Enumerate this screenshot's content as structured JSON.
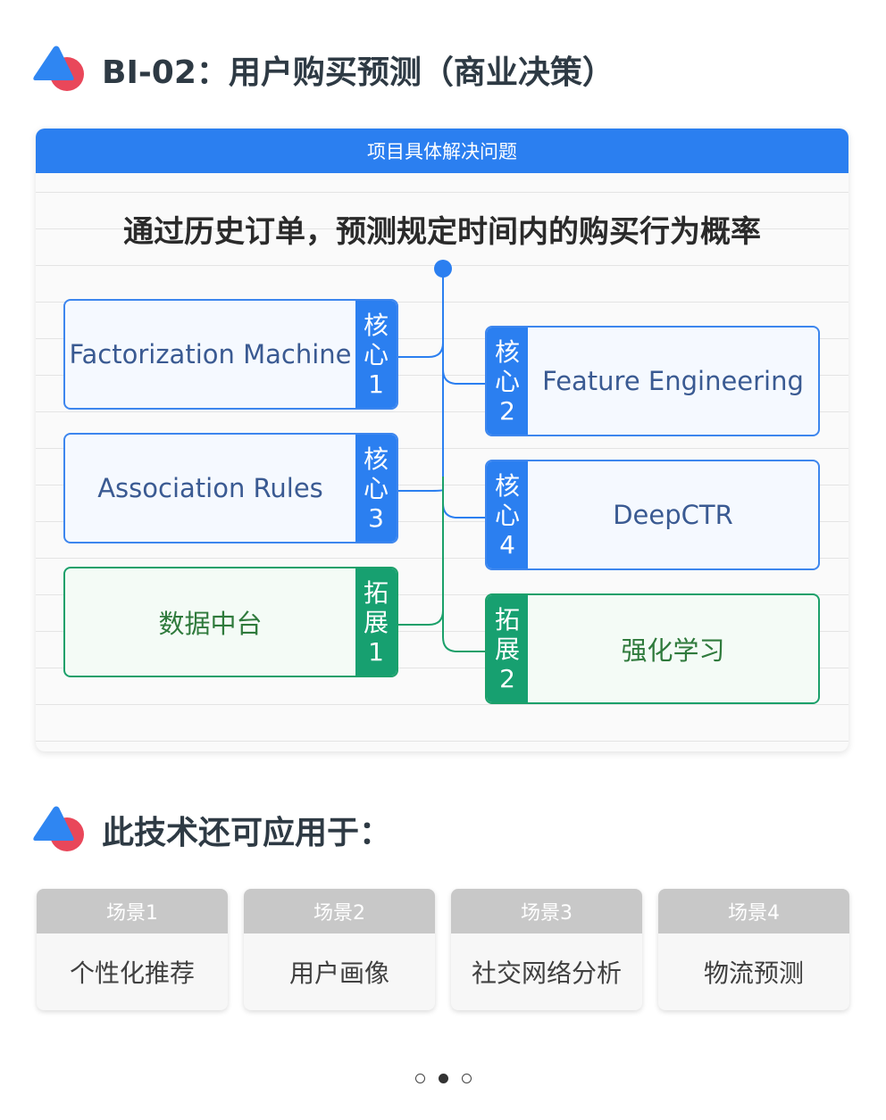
{
  "heading1": {
    "text": "BI-02：用户购买预测（商业决策）",
    "logo_icon": "triangle-circle-logo-icon"
  },
  "card": {
    "header": "项目具体解决问题",
    "title": "通过历史订单，预测规定时间内的购买行为概率",
    "nodes": [
      {
        "label": "Factorization Machine",
        "tag": [
          "核",
          "心",
          "1"
        ],
        "kind": "core"
      },
      {
        "label": "Feature Engineering",
        "tag": [
          "核",
          "心",
          "2"
        ],
        "kind": "core"
      },
      {
        "label": "Association Rules",
        "tag": [
          "核",
          "心",
          "3"
        ],
        "kind": "core"
      },
      {
        "label": "DeepCTR",
        "tag": [
          "核",
          "心",
          "4"
        ],
        "kind": "core"
      },
      {
        "label": "数据中台",
        "tag": [
          "拓",
          "展",
          "1"
        ],
        "kind": "extension"
      },
      {
        "label": "强化学习",
        "tag": [
          "拓",
          "展",
          "2"
        ],
        "kind": "extension"
      }
    ]
  },
  "heading2": {
    "text": "此技术还可应用于：",
    "logo_icon": "triangle-circle-logo-icon"
  },
  "scenes": [
    {
      "header": "场景1",
      "body": "个性化推荐"
    },
    {
      "header": "场景2",
      "body": "用户画像"
    },
    {
      "header": "场景3",
      "body": "社交网络分析"
    },
    {
      "header": "场景4",
      "body": "物流预测"
    }
  ],
  "pager": {
    "count": 3,
    "active": 2
  },
  "colors": {
    "primary_blue": "#2b7ff0",
    "extension_green": "#17a070",
    "logo_blue": "#2f86f2",
    "logo_red": "#e9475a",
    "scene_header_gray": "#c8c8c8"
  }
}
